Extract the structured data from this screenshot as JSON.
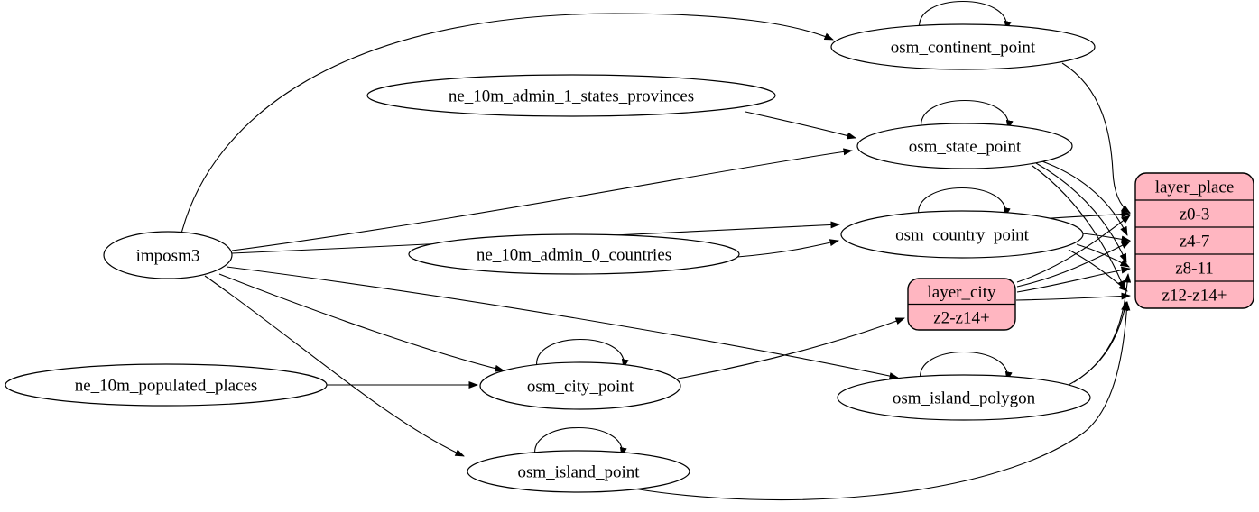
{
  "diagram": {
    "type": "etl-graph",
    "colors": {
      "record_fill": "#FFB6C1",
      "ellipse_fill": "#FFFFFF",
      "stroke": "#000000",
      "edge": "#000000"
    },
    "nodes": [
      {
        "id": "imposm3",
        "shape": "ellipse",
        "label": "imposm3"
      },
      {
        "id": "ne_10m_admin_1_states_provinces",
        "shape": "ellipse",
        "label": "ne_10m_admin_1_states_provinces"
      },
      {
        "id": "ne_10m_admin_0_countries",
        "shape": "ellipse",
        "label": "ne_10m_admin_0_countries"
      },
      {
        "id": "ne_10m_populated_places",
        "shape": "ellipse",
        "label": "ne_10m_populated_places"
      },
      {
        "id": "osm_continent_point",
        "shape": "ellipse",
        "label": "osm_continent_point"
      },
      {
        "id": "osm_state_point",
        "shape": "ellipse",
        "label": "osm_state_point"
      },
      {
        "id": "osm_country_point",
        "shape": "ellipse",
        "label": "osm_country_point"
      },
      {
        "id": "osm_city_point",
        "shape": "ellipse",
        "label": "osm_city_point"
      },
      {
        "id": "osm_island_polygon",
        "shape": "ellipse",
        "label": "osm_island_polygon"
      },
      {
        "id": "osm_island_point",
        "shape": "ellipse",
        "label": "osm_island_point"
      },
      {
        "id": "layer_city",
        "shape": "record",
        "label": "layer_city",
        "rows": [
          "z2-z14+"
        ]
      },
      {
        "id": "layer_place",
        "shape": "record",
        "label": "layer_place",
        "rows": [
          "z0-3",
          "z4-7",
          "z8-11",
          "z12-z14+"
        ]
      }
    ],
    "edges": [
      {
        "from": "imposm3",
        "to": "osm_continent_point"
      },
      {
        "from": "imposm3",
        "to": "osm_state_point"
      },
      {
        "from": "imposm3",
        "to": "osm_country_point"
      },
      {
        "from": "imposm3",
        "to": "osm_city_point"
      },
      {
        "from": "imposm3",
        "to": "osm_island_polygon"
      },
      {
        "from": "imposm3",
        "to": "osm_island_point"
      },
      {
        "from": "ne_10m_admin_1_states_provinces",
        "to": "osm_state_point"
      },
      {
        "from": "ne_10m_admin_0_countries",
        "to": "osm_country_point"
      },
      {
        "from": "ne_10m_populated_places",
        "to": "osm_city_point"
      },
      {
        "from": "osm_continent_point",
        "to": "osm_continent_point"
      },
      {
        "from": "osm_state_point",
        "to": "osm_state_point"
      },
      {
        "from": "osm_country_point",
        "to": "osm_country_point"
      },
      {
        "from": "osm_city_point",
        "to": "osm_city_point"
      },
      {
        "from": "osm_island_polygon",
        "to": "osm_island_polygon"
      },
      {
        "from": "osm_island_point",
        "to": "osm_island_point"
      },
      {
        "from": "osm_city_point",
        "to": "layer_city",
        "to_port": "z2-z14+"
      },
      {
        "from": "layer_city",
        "to": "layer_place",
        "to_port": "z0-3"
      },
      {
        "from": "layer_city",
        "to": "layer_place",
        "to_port": "z4-7"
      },
      {
        "from": "layer_city",
        "to": "layer_place",
        "to_port": "z8-11"
      },
      {
        "from": "layer_city",
        "to": "layer_place",
        "to_port": "z12-z14+"
      },
      {
        "from": "osm_continent_point",
        "to": "layer_place",
        "to_port": "z0-3"
      },
      {
        "from": "osm_state_point",
        "to": "layer_place",
        "to_port": "z4-7"
      },
      {
        "from": "osm_state_point",
        "to": "layer_place",
        "to_port": "z8-11"
      },
      {
        "from": "osm_state_point",
        "to": "layer_place",
        "to_port": "z12-z14+"
      },
      {
        "from": "osm_country_point",
        "to": "layer_place",
        "to_port": "z0-3"
      },
      {
        "from": "osm_country_point",
        "to": "layer_place",
        "to_port": "z4-7"
      },
      {
        "from": "osm_country_point",
        "to": "layer_place",
        "to_port": "z8-11"
      },
      {
        "from": "osm_country_point",
        "to": "layer_place",
        "to_port": "z12-z14+"
      },
      {
        "from": "osm_island_polygon",
        "to": "layer_place",
        "to_port": "z8-11"
      },
      {
        "from": "osm_island_polygon",
        "to": "layer_place",
        "to_port": "z12-z14+"
      },
      {
        "from": "osm_island_point",
        "to": "layer_place",
        "to_port": "z12-z14+"
      }
    ]
  }
}
